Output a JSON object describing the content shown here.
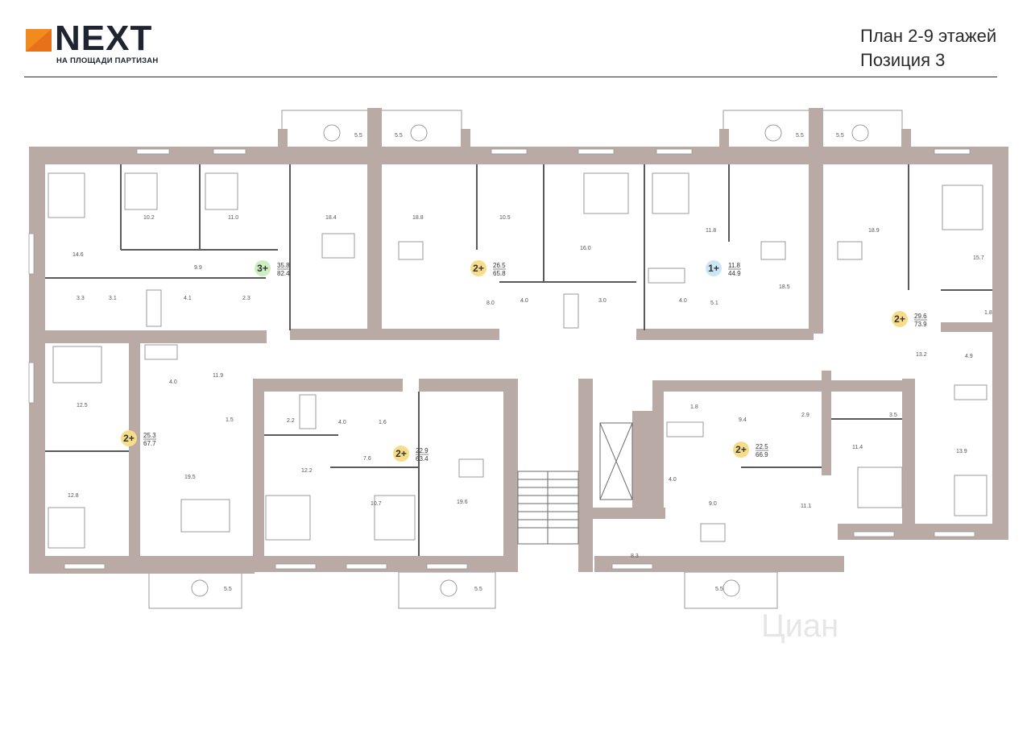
{
  "brand": {
    "name": "NEXT",
    "subtitle": "НА ПЛОЩАДИ ПАРТИЗАН",
    "accent_color": "#f28a1d"
  },
  "title": {
    "line1": "План 2-9 этажей",
    "line2": "Позиция 3"
  },
  "colors": {
    "wall": "#b9aaa5",
    "badge_yellow": "#f7dc8a",
    "badge_green": "#cdeec0",
    "badge_blue": "#cbe7f5",
    "fixture": "#8a8a8a"
  },
  "watermark": "Циан",
  "apartments": [
    {
      "badge": "3+",
      "living": "35.8",
      "total": "82.4",
      "color": "green"
    },
    {
      "badge": "2+",
      "living": "26.5",
      "total": "65.8",
      "color": "yellow"
    },
    {
      "badge": "1+",
      "living": "11.8",
      "total": "44.9",
      "color": "blue"
    },
    {
      "badge": "2+",
      "living": "29.6",
      "total": "73.9",
      "color": "yellow"
    },
    {
      "badge": "2+",
      "living": "25.3",
      "total": "67.7",
      "color": "yellow"
    },
    {
      "badge": "2+",
      "living": "22.9",
      "total": "63.4",
      "color": "yellow"
    },
    {
      "badge": "2+",
      "living": "22.5",
      "total": "66.9",
      "color": "yellow"
    }
  ],
  "room_areas": [
    "5.5",
    "5.5",
    "5.5",
    "5.5",
    "14.6",
    "10.2",
    "11.0",
    "18.4",
    "18.8",
    "10.5",
    "16.0",
    "11.8",
    "18.9",
    "15.7",
    "9.9",
    "3.3",
    "3.1",
    "4.1",
    "2.3",
    "8.0",
    "4.0",
    "3.0",
    "4.0",
    "5.1",
    "18.5",
    "1.8",
    "13.2",
    "4.9",
    "12.5",
    "4.0",
    "11.9",
    "1.5",
    "2.2",
    "4.0",
    "1.6",
    "1.8",
    "9.4",
    "2.9",
    "3.5",
    "12.8",
    "19.5",
    "12.2",
    "7.6",
    "10.7",
    "19.6",
    "4.0",
    "9.0",
    "11.4",
    "13.9",
    "11.1",
    "8.3",
    "5.5",
    "5.5",
    "5.5"
  ]
}
